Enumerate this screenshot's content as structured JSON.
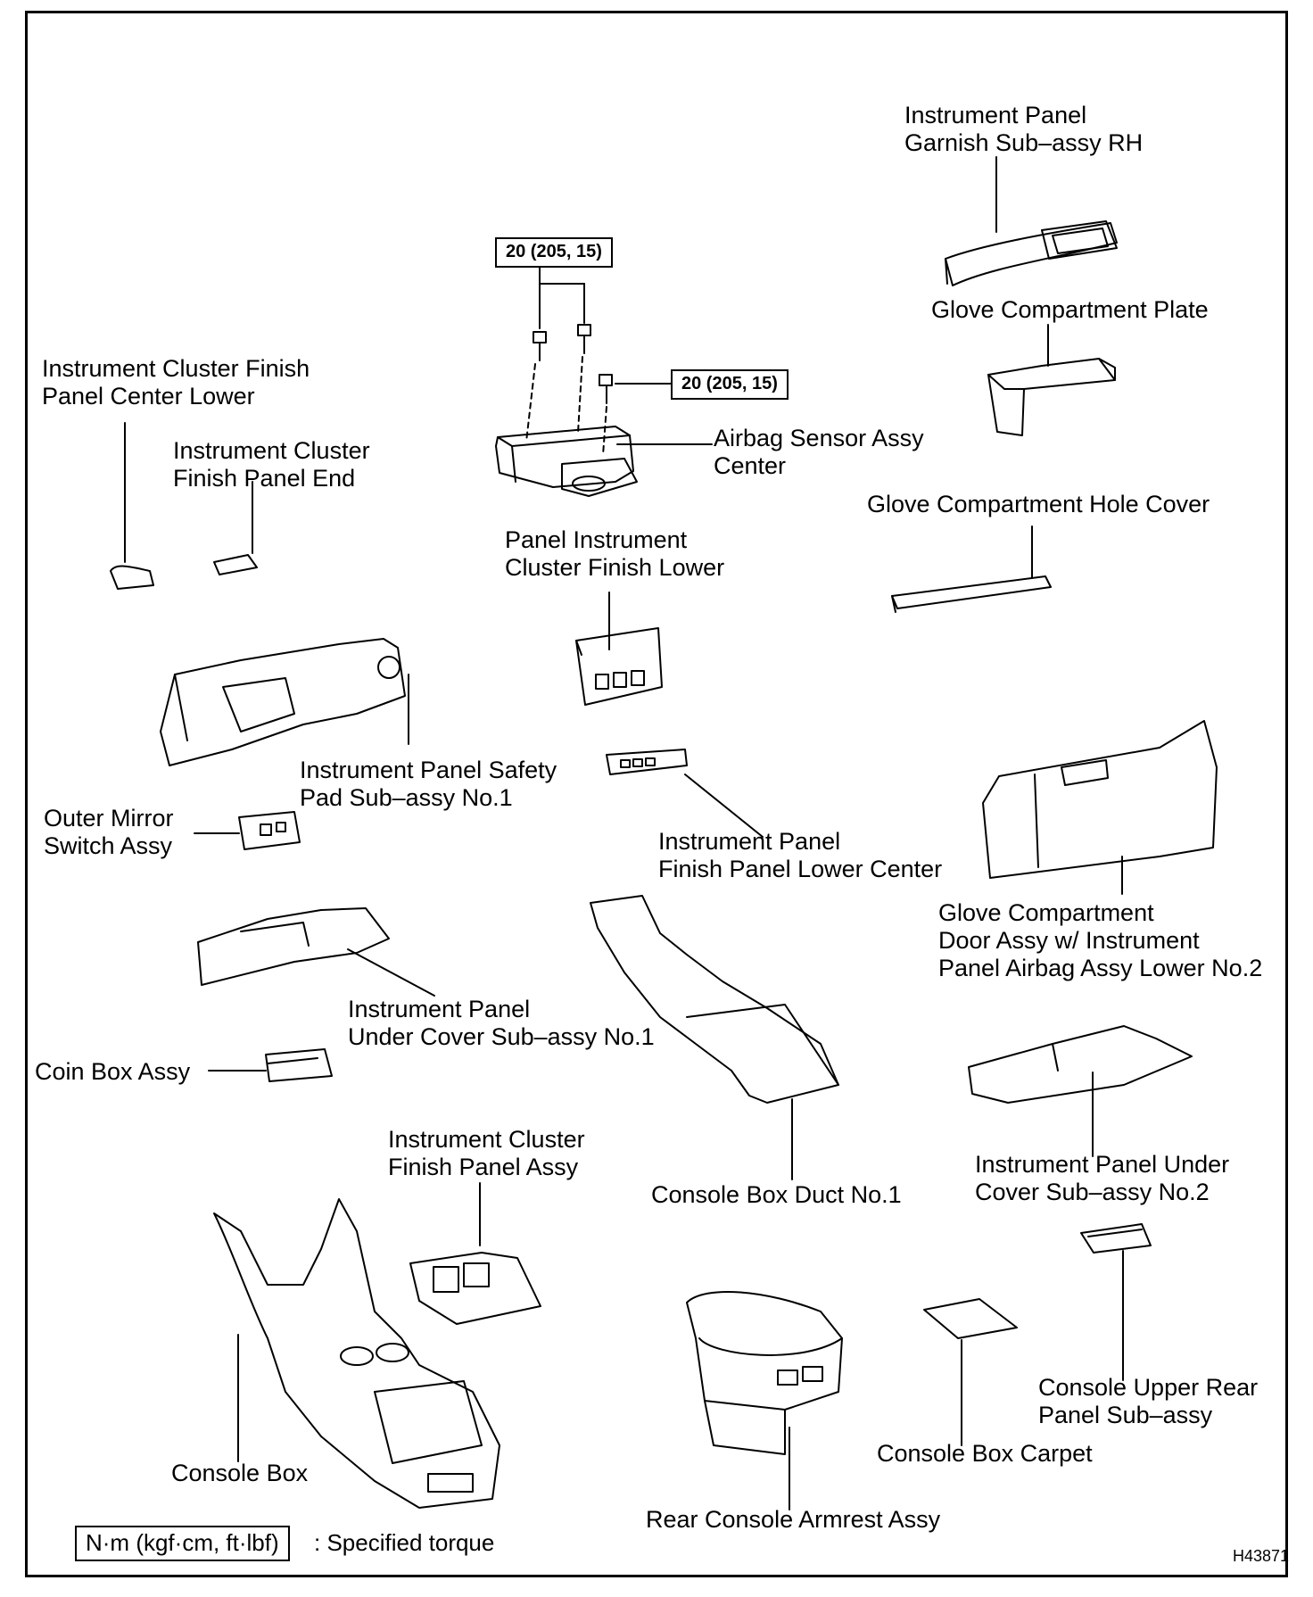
{
  "labels": {
    "garnish_rh": [
      "Instrument Panel",
      "Garnish Sub–assy RH"
    ],
    "glove_plate": [
      "Glove Compartment Plate"
    ],
    "cluster_finish_center_lower": [
      "Instrument Cluster Finish",
      "Panel Center Lower"
    ],
    "cluster_finish_end": [
      "Instrument Cluster",
      "Finish Panel End"
    ],
    "airbag_sensor": [
      "Airbag Sensor Assy",
      "Center"
    ],
    "glove_hole_cover": [
      "Glove Compartment Hole Cover"
    ],
    "panel_cluster_finish_lower": [
      "Panel Instrument",
      "Cluster Finish Lower"
    ],
    "safety_pad": [
      "Instrument Panel Safety",
      "Pad Sub–assy No.1"
    ],
    "outer_mirror_switch": [
      "Outer Mirror",
      "Switch Assy"
    ],
    "finish_panel_lower_center": [
      "Instrument Panel",
      "Finish Panel Lower Center"
    ],
    "glove_door": [
      "Glove Compartment",
      "Door Assy w/ Instrument",
      "Panel Airbag Assy Lower No.2"
    ],
    "under_cover_no1": [
      "Instrument Panel",
      "Under Cover Sub–assy No.1"
    ],
    "coin_box": [
      "Coin Box Assy"
    ],
    "under_cover_no2": [
      "Instrument Panel Under",
      "Cover Sub–assy No.2"
    ],
    "cluster_finish_panel_assy": [
      "Instrument Cluster",
      "Finish Panel Assy"
    ],
    "console_duct": [
      "Console Box Duct No.1"
    ],
    "console_upper_rear": [
      "Console Upper Rear",
      "Panel Sub–assy"
    ],
    "console_box": [
      "Console Box"
    ],
    "console_carpet": [
      "Console Box Carpet"
    ],
    "rear_armrest": [
      "Rear Console Armrest Assy"
    ]
  },
  "torque": {
    "top": "20 (205, 15)",
    "right": "20 (205, 15)"
  },
  "legend": {
    "unit": "N·m (kgf·cm, ft·lbf)",
    "text": ": Specified torque"
  },
  "figure_code": "H43871"
}
